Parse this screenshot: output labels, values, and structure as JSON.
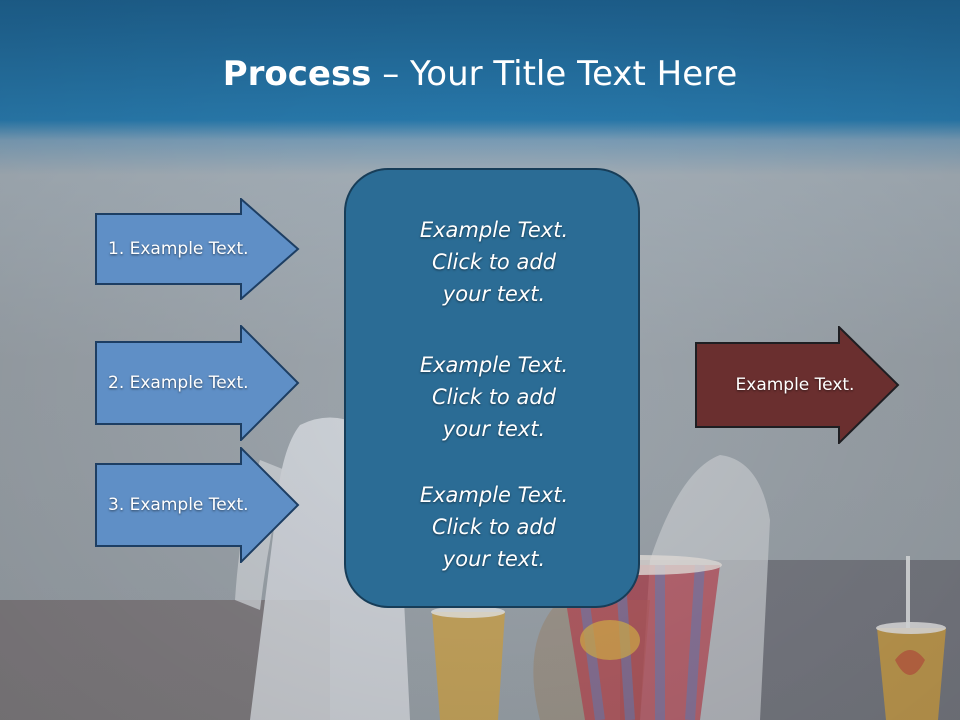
{
  "title": {
    "bold": "Process",
    "rest": " – Your Title Text Here"
  },
  "steps": [
    {
      "label": "1. Example Text."
    },
    {
      "label": "2. Example Text."
    },
    {
      "label": "3. Example Text."
    }
  ],
  "center": [
    {
      "line1": "Example Text.",
      "line2": "Click  to add",
      "line3": "your text."
    },
    {
      "line1": "Example Text.",
      "line2": "Click  to add",
      "line3": "your text."
    },
    {
      "line1": "Example Text.",
      "line2": "Click  to add",
      "line3": "your text."
    }
  ],
  "result": {
    "label": "Example Text."
  },
  "colors": {
    "header": "#2a7fb4",
    "step_arrow": "#5f8fc6",
    "center_box": "#2b6c95",
    "result_arrow": "#6a2f2f"
  },
  "background": {
    "type": "photo",
    "subject": "cinema audience with popcorn and drinks",
    "content_name": "background-photo"
  }
}
